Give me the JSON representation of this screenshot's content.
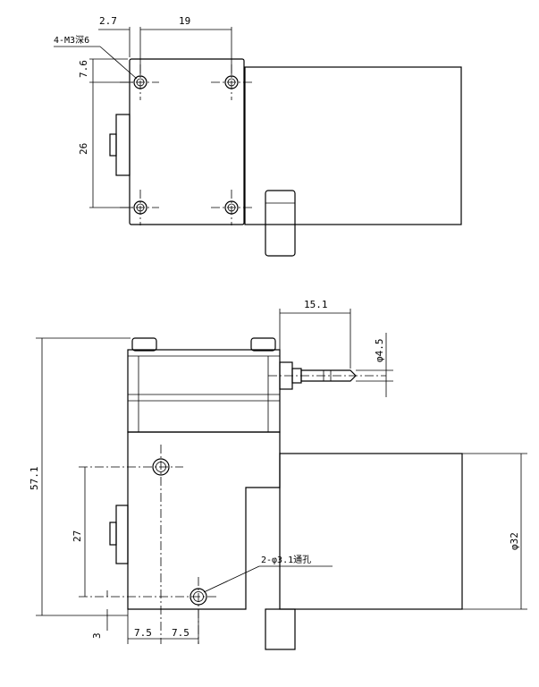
{
  "top_view": {
    "dim_hole_offset_x": "2.7",
    "dim_hole_spacing_x": "19",
    "dim_hole_offset_y": "7.6",
    "dim_hole_spacing_y": "26",
    "callout_tapped_holes": "4-M3深6"
  },
  "front_view": {
    "dim_shaft_length": "15.1",
    "dim_shaft_diameter": "φ4.5",
    "dim_total_height": "57.1",
    "dim_hole_spacing_y": "27",
    "dim_bottom_offset": "3",
    "dim_motor_diameter": "φ32",
    "dim_hole_offset_x_1": "7.5",
    "dim_hole_offset_x_2": "7.5",
    "callout_through_holes": "2-φ3.1通孔"
  }
}
